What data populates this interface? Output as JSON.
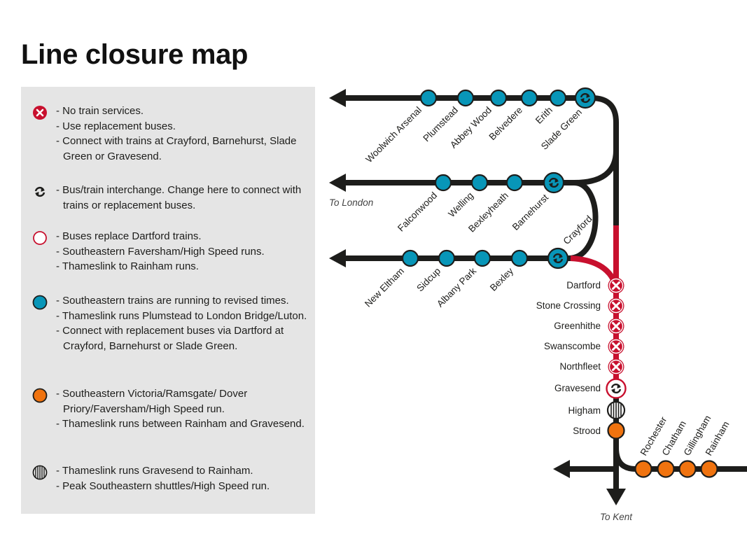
{
  "title": "Line closure map",
  "colors": {
    "track": "#1d1d1b",
    "closed": "#c8102e",
    "revised": "#0896b8",
    "thameslink": "#f0730f",
    "legend_bg": "#e5e5e5"
  },
  "legend": [
    {
      "icon": "closed-cross-icon",
      "lines": [
        "- No train services.",
        "- Use replacement buses.",
        "- Connect with trains at Crayford, Barnehurst, Slade Green or Gravesend."
      ]
    },
    {
      "icon": "interchange-icon",
      "lines": [
        "- Bus/train interchange. Change here to connect with trains or replacement buses."
      ]
    },
    {
      "icon": "open-circle-icon",
      "lines": [
        "- Buses replace Dartford trains.",
        "- Southeastern Faversham/High Speed runs.",
        "- Thameslink to Rainham runs."
      ]
    },
    {
      "icon": "blue-dot-icon",
      "lines": [
        "- Southeastern trains are running to revised times.",
        "- Thameslink runs Plumstead to London Bridge/Luton.",
        "- Connect with replacement buses via Dartford at Crayford, Barnehurst or Slade Green."
      ]
    },
    {
      "icon": "orange-dot-icon",
      "lines": [
        "- Southeastern Victoria/Ramsgate/ Dover Priory/Faversham/High Speed run.",
        "- Thameslink runs between Rainham and Gravesend."
      ]
    },
    {
      "icon": "striped-circle-icon",
      "lines": [
        "- Thameslink runs Gravesend to Rainham.",
        "- Peak Southeastern shuttles/High Speed run."
      ]
    }
  ],
  "map": {
    "to_london": "To London",
    "to_kent": "To Kent",
    "top_line": [
      "Woolwich Arsenal",
      "Plumstead",
      "Abbey Wood",
      "Belvedere",
      "Erith",
      "Slade Green"
    ],
    "middle_line": [
      "Falconwood",
      "Welling",
      "Bexleyheath",
      "Barnehurst"
    ],
    "bottom_line": [
      "New Eltham",
      "Sidcup",
      "Albany Park",
      "Bexley",
      "Crayford"
    ],
    "closed_stations": [
      "Dartford",
      "Stone Crossing",
      "Greenhithe",
      "Swanscombe",
      "Northfleet"
    ],
    "gravesend": "Gravesend",
    "higham": "Higham",
    "strood": "Strood",
    "medway_line": [
      "Rochester",
      "Chatham",
      "Gillingham",
      "Rainham"
    ]
  }
}
